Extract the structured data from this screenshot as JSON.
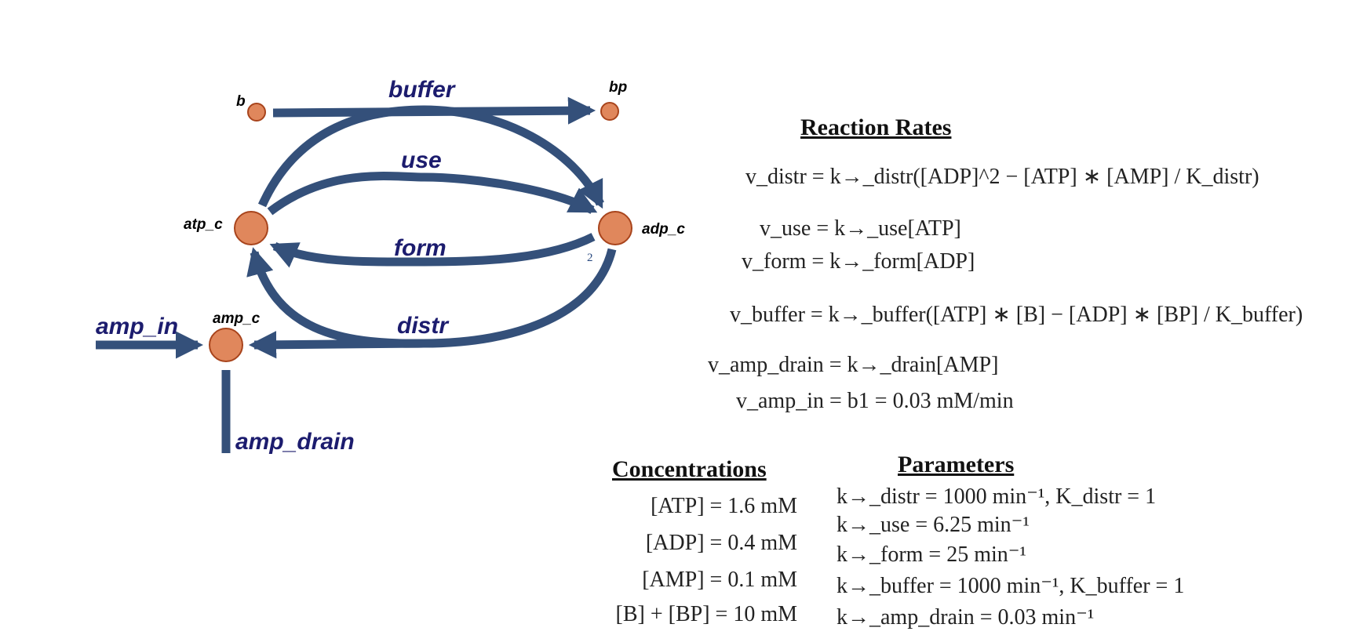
{
  "network": {
    "nodes": {
      "b": "b",
      "bp": "bp",
      "atp": "atp_c",
      "adp": "adp_c",
      "amp": "amp_c"
    },
    "reactions": {
      "buffer": "buffer",
      "use": "use",
      "form": "form",
      "distr": "distr",
      "amp_in": "amp_in",
      "amp_drain": "amp_drain"
    },
    "stoichiometry": "2",
    "colors": {
      "edge": "#34507a",
      "node_fill": "#e0875c",
      "node_stroke": "#a8441c",
      "reaction_label": "#1c1c6e"
    }
  },
  "reaction_rates": {
    "heading": "Reaction Rates",
    "v_distr": "v_distr = k→_distr([ADP]^2 − [ATP] ∗ [AMP] / K_distr)",
    "v_use": "v_use = k→_use[ATP]",
    "v_form": "v_form = k→_form[ADP]",
    "v_buffer": "v_buffer = k→_buffer([ATP] ∗ [B] − [ADP] ∗ [BP] / K_buffer)",
    "v_amp_drain": "v_amp_drain = k→_drain[AMP]",
    "v_amp_in": "v_amp_in = b1 = 0.03 mM/min"
  },
  "concentrations": {
    "heading": "Concentrations",
    "rows": [
      "[ATP]  =  1.6 mM",
      "[ADP]  =  0.4 mM",
      "[AMP]  =  0.1 mM",
      "[B]  + [BP]  =  10 mM"
    ]
  },
  "parameters": {
    "heading": "Parameters",
    "rows": [
      "k→_distr = 1000 min⁻¹,  K_distr = 1",
      "k→_use = 6.25 min⁻¹",
      "k→_form = 25 min⁻¹",
      "k→_buffer = 1000 min⁻¹,  K_buffer = 1",
      "k→_amp_drain = 0.03 min⁻¹"
    ]
  }
}
